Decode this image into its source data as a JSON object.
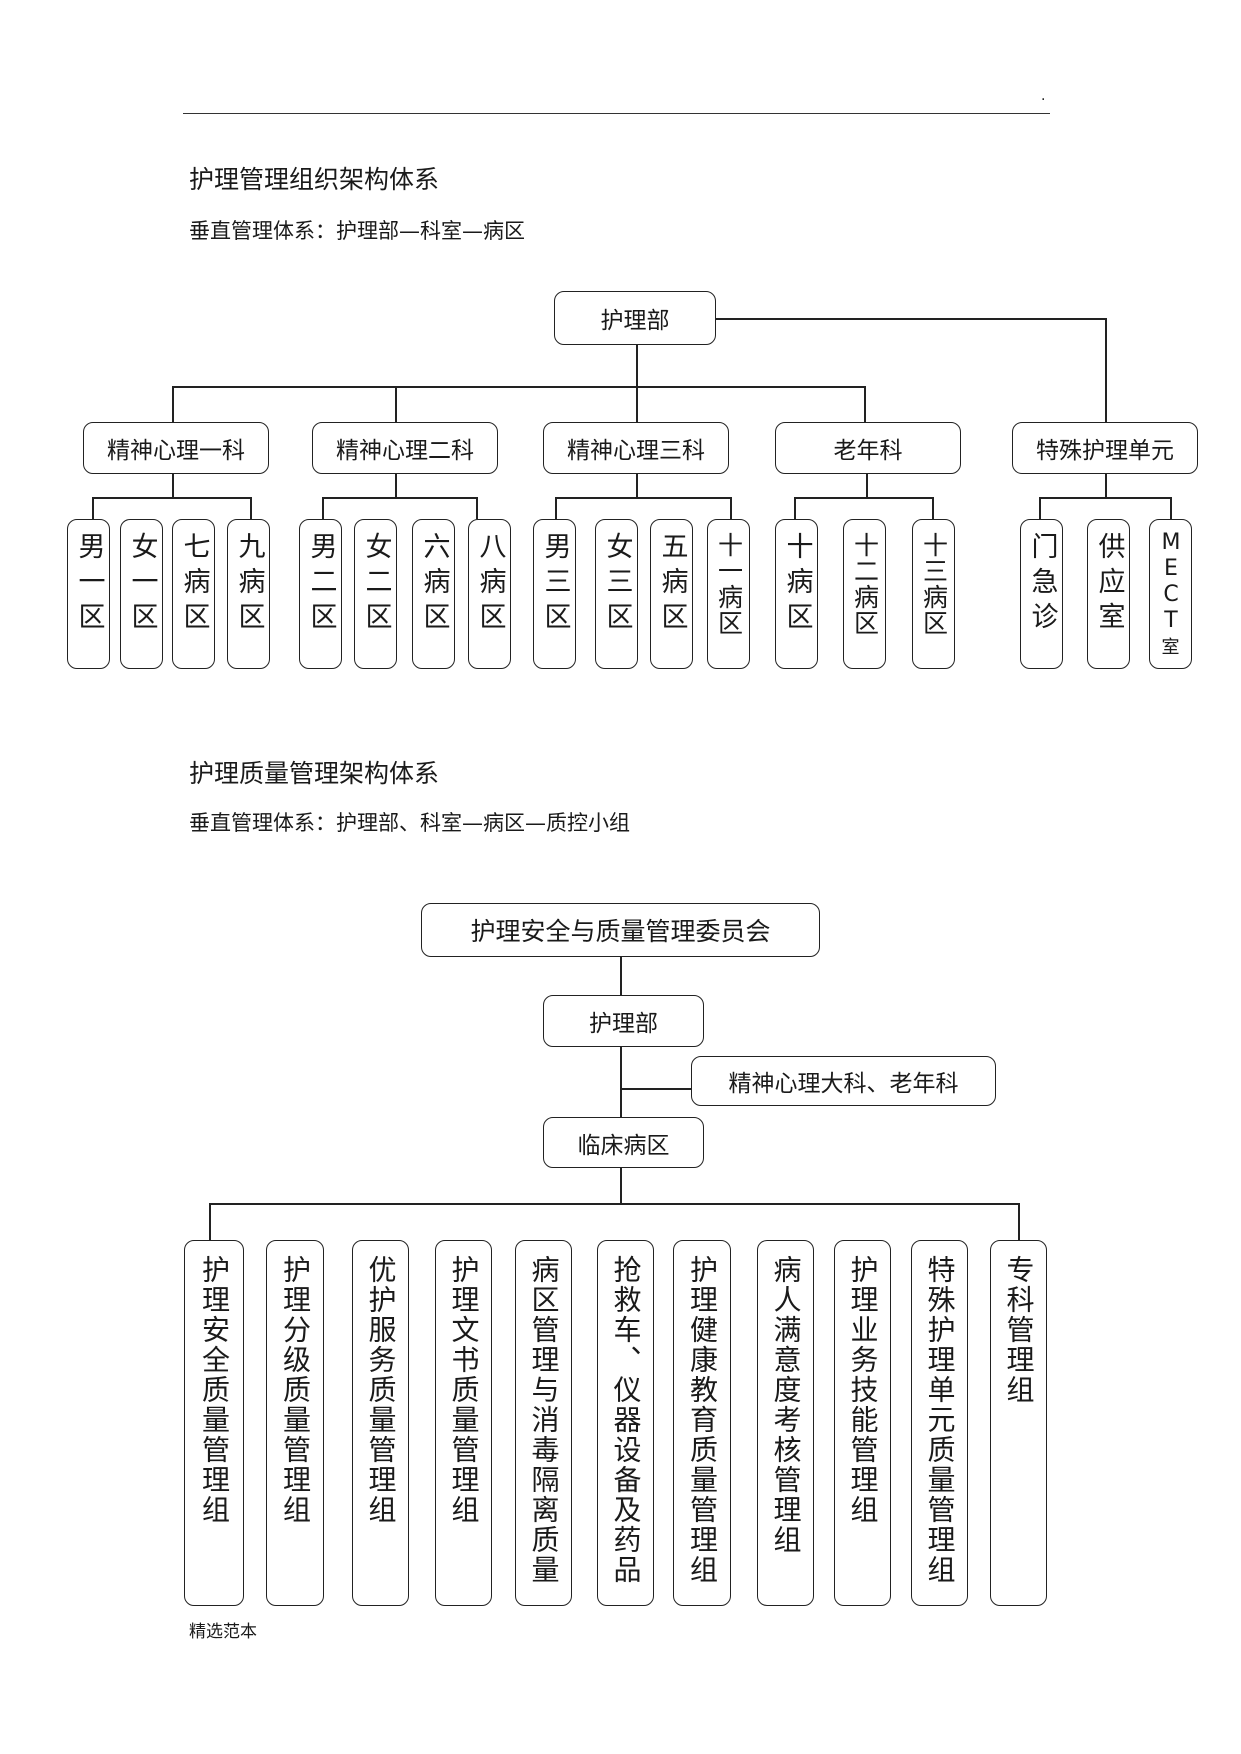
{
  "header_dot": ".",
  "section1": {
    "title": "护理管理组织架构体系",
    "subtitle": "垂直管理体系：护理部—科室—病区",
    "root": "护理部",
    "depts": [
      "精神心理一科",
      "精神心理二科",
      "精神心理三科",
      "老年科",
      "特殊护理单元"
    ],
    "wards": {
      "d1": [
        "男一区",
        "女一区",
        "七病区",
        "九病区"
      ],
      "d2": [
        "男二区",
        "女二区",
        "六病区",
        "八病区"
      ],
      "d3": [
        "男三区",
        "女三区",
        "五病区",
        "十一病区"
      ],
      "d4": [
        "十病区",
        "十二病区",
        "十三病区"
      ],
      "d5": [
        "门急诊",
        "供应室"
      ],
      "mect_head": "MECT",
      "mect_tail": "室"
    }
  },
  "section2": {
    "title": "护理质量管理架构体系",
    "subtitle": "垂直管理体系：护理部、科室—病区—质控小组",
    "committee": "护理安全与质量管理委员会",
    "nursing_dept": "护理部",
    "side": "精神心理大科、老年科",
    "clinical": "临床病区",
    "groups": [
      "护理安全质量管理组",
      "护理分级质量管理组",
      "优护服务质量管理组",
      "护理文书质量管理组",
      "病区管理与消毒隔离质量",
      "抢救车、仪器设备及药品",
      "护理健康教育质量管理组",
      "病人满意度考核管理组",
      "护理业务技能管理组",
      "特殊护理单元质量管理组",
      "专科管理组"
    ]
  },
  "footer": "精选范本"
}
